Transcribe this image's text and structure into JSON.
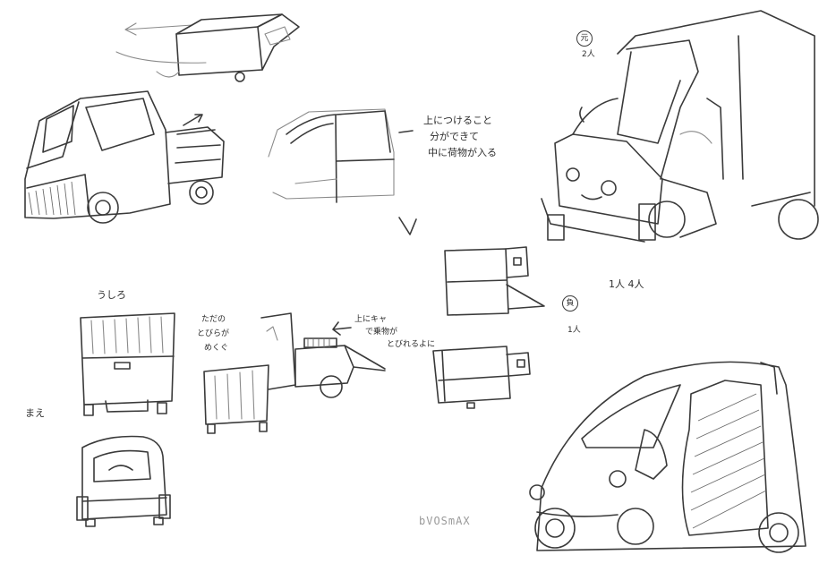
{
  "labels": {
    "roof_note_line1": "上につけること",
    "roof_note_line2": "分ができて",
    "roof_note_line3": "中に荷物が入る",
    "back_label": "うしろ",
    "front_label": "まえ",
    "cover_note_line1": "ただの",
    "cover_note_line2": "とびらが",
    "cover_note_line3": "めくぐ",
    "top_note_line1": "上にキャ",
    "top_note_line2": "で乗物が",
    "top_note_line3": "とびれるよに",
    "circled_top": "元",
    "circled_top_sub": "2人",
    "people_count": "1人 4人",
    "circled_bottom": "負",
    "circled_bottom_sub": "1人",
    "signature": "bVOSmAX"
  }
}
